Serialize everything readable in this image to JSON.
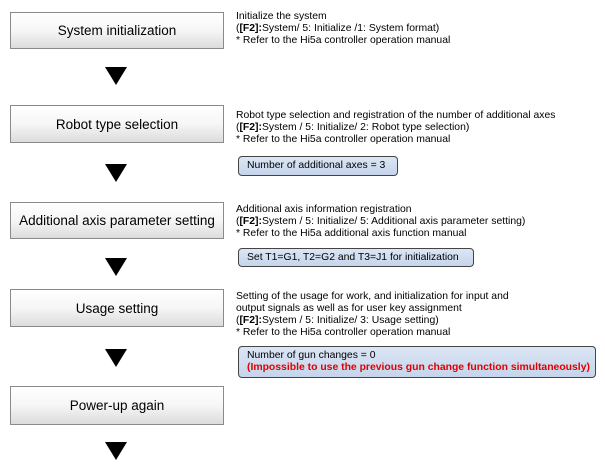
{
  "steps": [
    {
      "box": "System initialization",
      "lines": [
        {
          "pre": "Initialize the system",
          "key": "",
          "post": ""
        },
        {
          "pre": "(",
          "key": "[F2]:",
          "post": "System/ 5: Initialize /1: System format)"
        },
        {
          "pre": "* Refer to the Hi5a controller operation manual",
          "key": "",
          "post": ""
        }
      ]
    },
    {
      "box": "Robot type selection",
      "lines": [
        {
          "pre": "Robot type selection and registration of the number of additional axes",
          "key": "",
          "post": ""
        },
        {
          "pre": "(",
          "key": "[F2]:",
          "post": "System / 5: Initialize/ 2: Robot type selection)"
        },
        {
          "pre": "* Refer to the Hi5a controller operation manual",
          "key": "",
          "post": ""
        }
      ],
      "note": {
        "text": "Number of additional axes = 3",
        "warning": ""
      }
    },
    {
      "box": "Additional axis parameter setting",
      "lines": [
        {
          "pre": "Additional axis information registration",
          "key": "",
          "post": ""
        },
        {
          "pre": "(",
          "key": "[F2]:",
          "post": "System / 5: Initialize/ 5: Additional axis parameter setting)"
        },
        {
          "pre": "* Refer to the Hi5a additional axis function manual",
          "key": "",
          "post": ""
        }
      ],
      "note": {
        "text": "Set T1=G1, T2=G2 and T3=J1 for initialization",
        "warning": ""
      }
    },
    {
      "box": "Usage setting",
      "lines": [
        {
          "pre": "Setting of the usage for work, and initialization for input and",
          "key": "",
          "post": ""
        },
        {
          "pre": "output signals as well as for user key assignment",
          "key": "",
          "post": ""
        },
        {
          "pre": "(",
          "key": "[F2]:",
          "post": "System / 5: Initialize/ 3: Usage setting)"
        },
        {
          "pre": "* Refer to the Hi5a controller operation manual",
          "key": "",
          "post": ""
        }
      ],
      "note": {
        "text": "Number of gun changes = 0",
        "warning": "(Impossible to use the previous gun change function simultaneously)"
      }
    },
    {
      "box": "Power-up again",
      "lines": []
    }
  ]
}
